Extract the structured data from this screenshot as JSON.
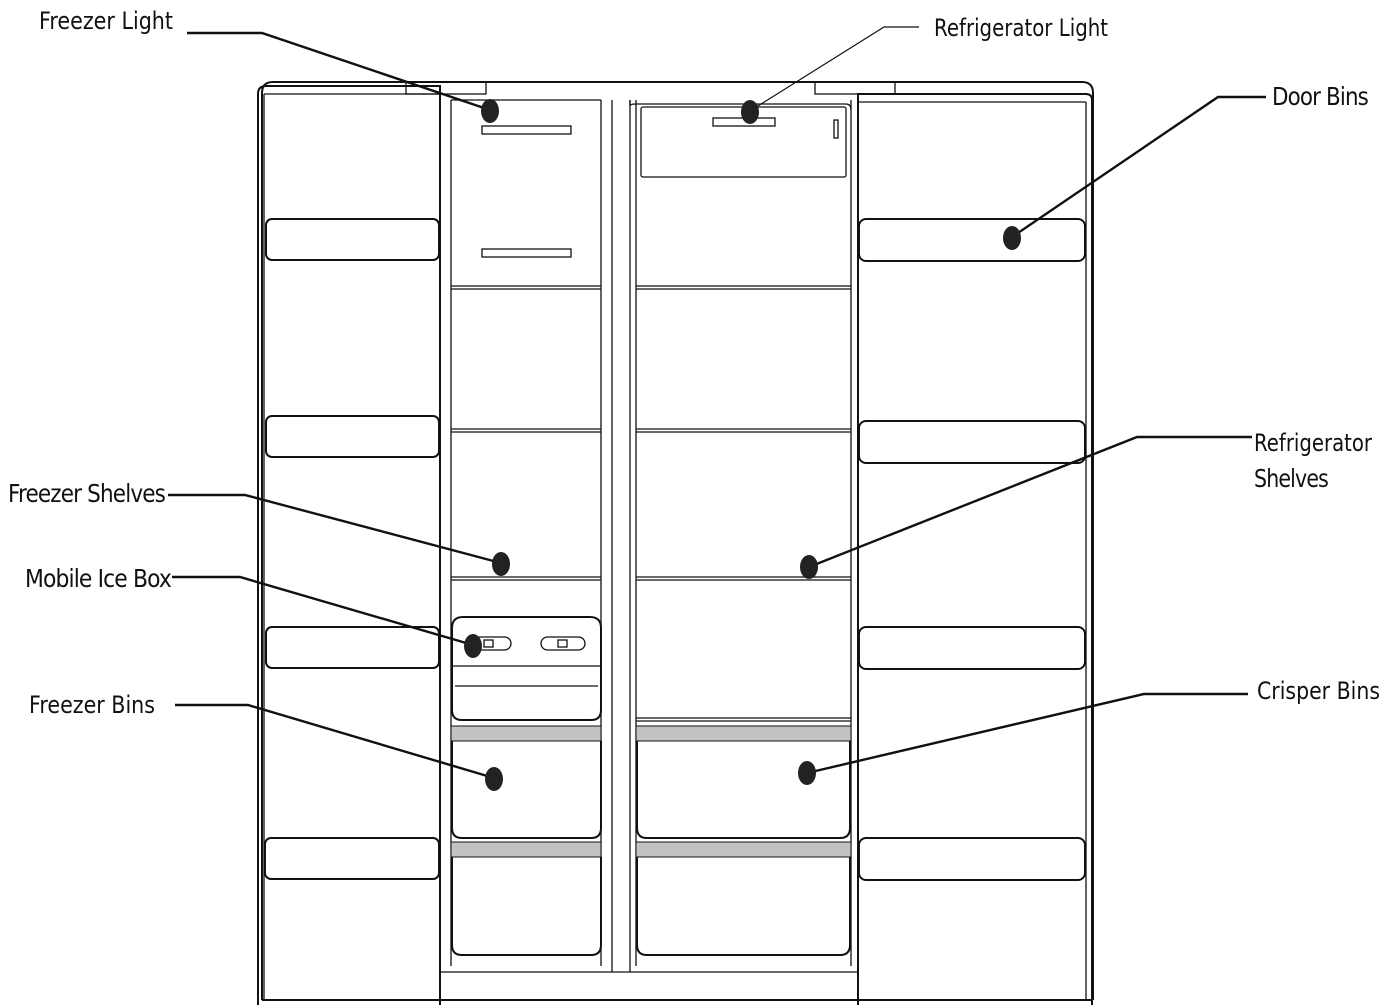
{
  "labels": {
    "freezer_light": "Freezer Light",
    "refrigerator_light": "Refrigerator Light",
    "door_bins": "Door Bins",
    "refrigerator_shelves_line1": "Refrigerator",
    "refrigerator_shelves_line2": "Shelves",
    "freezer_shelves": "Freezer Shelves",
    "mobile_ice_box": "Mobile Ice Box",
    "freezer_bins": "Freezer Bins",
    "crisper_bins": "Crisper Bins"
  },
  "colors": {
    "line": "#111111",
    "bin_strip": "#c2c2c2",
    "background": "#ffffff"
  }
}
